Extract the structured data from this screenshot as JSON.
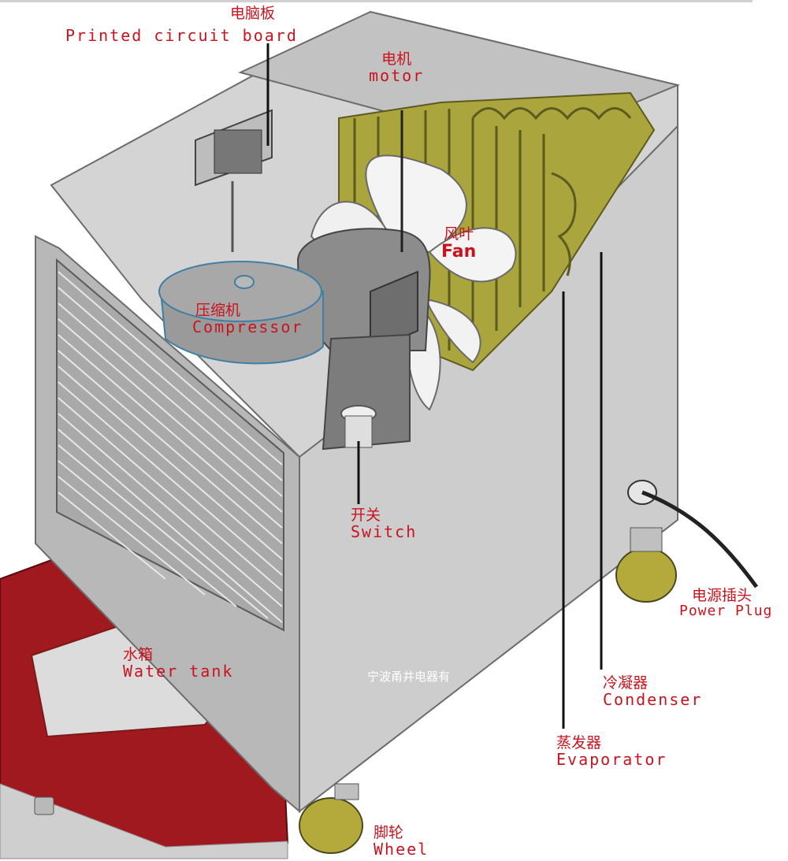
{
  "labels": {
    "pcb": {
      "zh": "电脑板",
      "en": "Printed circuit board"
    },
    "motor": {
      "zh": "电机",
      "en": "motor"
    },
    "fan": {
      "zh": "风叶",
      "en": "Fan"
    },
    "compressor": {
      "zh": "压缩机",
      "en": "Compressor"
    },
    "switch": {
      "zh": "开关",
      "en": "Switch"
    },
    "water_tank": {
      "zh": "水箱",
      "en": "Water tank"
    },
    "wheel": {
      "zh": "脚轮",
      "en": "Wheel"
    },
    "condenser": {
      "zh": "冷凝器",
      "en": "Condenser"
    },
    "evaporator": {
      "zh": "蒸发器",
      "en": "Evaporator"
    },
    "power_plug": {
      "zh": "电源插头",
      "en": "Power Plug"
    }
  },
  "watermark": "宁波甬井电器有",
  "colors": {
    "label": "#c8141e",
    "body": "#d2d2d2",
    "panel": "#b4b4b4",
    "coil": "#aaa53c",
    "tank": "#a0191e",
    "wheel": "#b4aa3c"
  }
}
